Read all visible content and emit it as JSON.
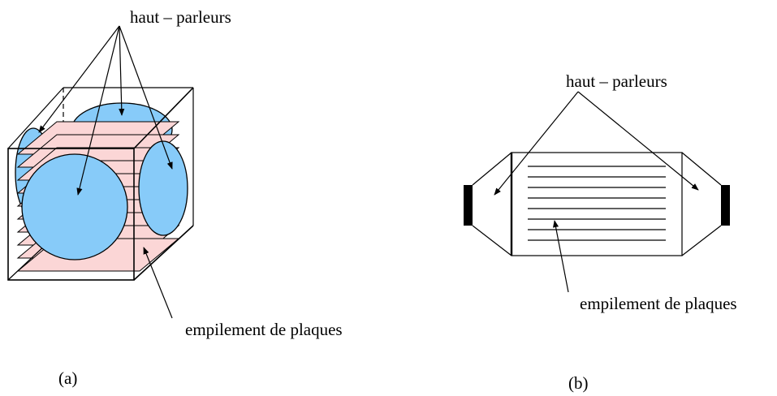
{
  "figure_a": {
    "speakers_label": "haut – parleurs",
    "plates_label": "empilement de plaques",
    "caption": "(a)"
  },
  "figure_b": {
    "speakers_label": "haut – parleurs",
    "plates_label": "empilement de plaques",
    "caption": "(b)"
  },
  "colors": {
    "speaker_fill": "#87cbf9",
    "plate_fill": "#fbd6d6",
    "line": "#000000"
  }
}
